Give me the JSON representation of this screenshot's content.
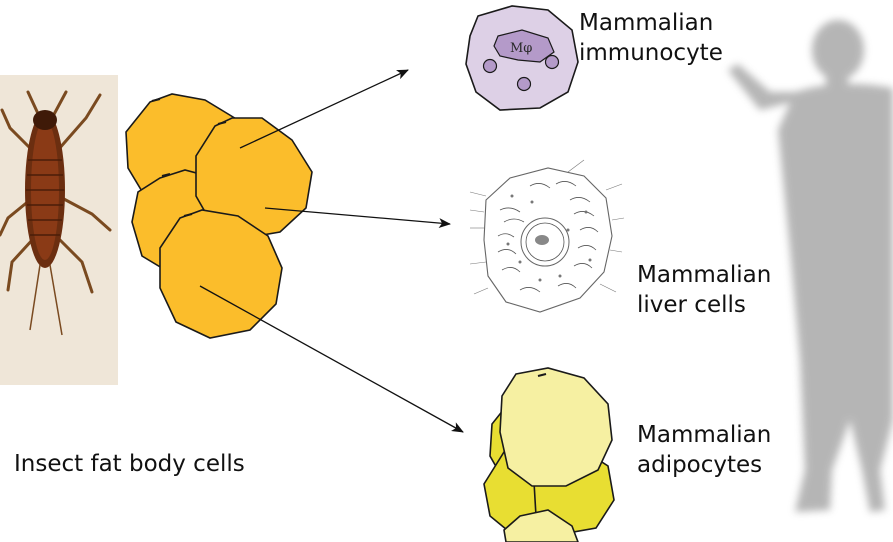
{
  "labels": {
    "insect_fat_body": "Insect fat body cells",
    "immunocyte": [
      "Mammalian",
      "immunocyte"
    ],
    "liver": [
      "Mammalian",
      "liver cells"
    ],
    "adipocytes": [
      "Mammalian",
      "adipocytes"
    ],
    "macrophage_symbol": "Mφ"
  },
  "colors": {
    "fat_body_cell": "#fbbd2b",
    "cell_outline": "#1a1a1a",
    "immunocyte_fill": "#ddd0e6",
    "immunocyte_nucleus": "#b49ac9",
    "adipocyte_light": "#f6f0a2",
    "adipocyte_dark": "#e8de32",
    "human_silhouette": "#a9a9a9",
    "arrow": "#111111"
  }
}
